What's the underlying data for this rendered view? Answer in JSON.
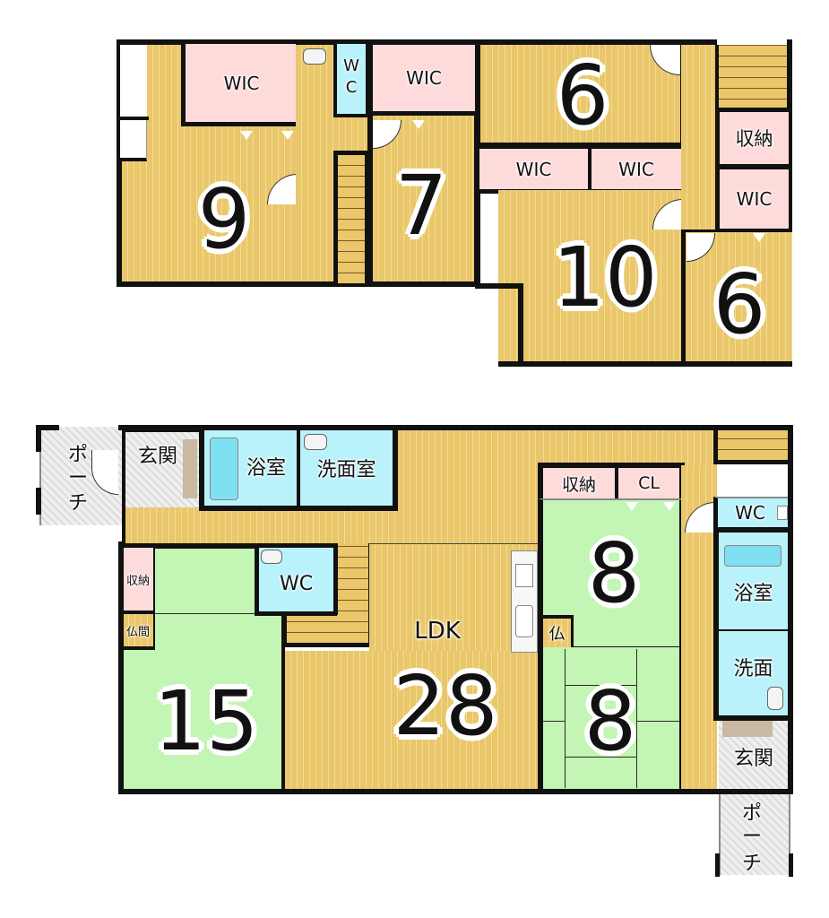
{
  "upper_floor": {
    "rooms": [
      {
        "id": "room-9",
        "label": "9",
        "type": "western"
      },
      {
        "id": "room-7",
        "label": "7",
        "type": "western"
      },
      {
        "id": "room-6-top",
        "label": "6",
        "type": "western"
      },
      {
        "id": "room-10",
        "label": "10",
        "type": "western"
      },
      {
        "id": "room-6-right",
        "label": "6",
        "type": "western"
      }
    ],
    "closets": {
      "wic_1": "WIC",
      "wc_vertical": [
        "W",
        "C"
      ],
      "wic_2": "WIC",
      "wic_3": "WIC",
      "wic_4": "WIC",
      "storage": "収納",
      "wic_5": "WIC"
    }
  },
  "ground_floor": {
    "left_entry": {
      "porch": [
        "ポ",
        "ー",
        "チ"
      ],
      "entrance": "玄関"
    },
    "bath": "浴室",
    "washroom": "洗面室",
    "storage_left": "収納",
    "butsuma": "仏間",
    "wc_center": "WC",
    "room_15": "15",
    "ldk_label": "LDK",
    "ldk_size": "28",
    "storage_mid": "収納",
    "closet_cl": "CL",
    "room_8_upper": "8",
    "butsudan": "仏",
    "room_8_lower": "8",
    "wc_right": "WC",
    "bath_right": "浴室",
    "wash_right": "洗面",
    "entrance_right": "玄関",
    "porch_right": [
      "ポ",
      "ー",
      "チ"
    ]
  },
  "colors": {
    "wood": "#e9c76a",
    "tatami": "#c3f5b4",
    "closet": "#fddbdb",
    "water": "#b9f2fb",
    "tile": "#e6e6e6",
    "wall": "#111111"
  }
}
